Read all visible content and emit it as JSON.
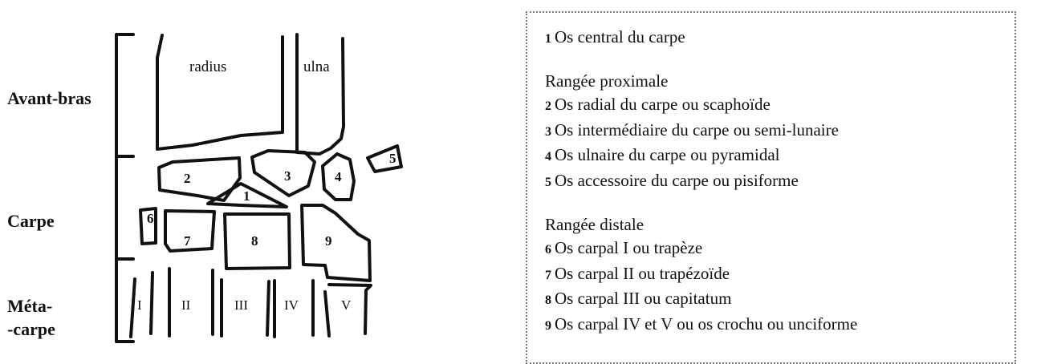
{
  "regions": {
    "forearm": "Avant-bras",
    "carpus": "Carpe",
    "metacarpus_1": "Méta-",
    "metacarpus_2": "-carpe"
  },
  "bones": {
    "radius": "radius",
    "ulna": "ulna",
    "numbers": [
      "1",
      "2",
      "3",
      "4",
      "5",
      "6",
      "7",
      "8",
      "9"
    ],
    "metacarpals": [
      "I",
      "II",
      "III",
      "IV",
      "V"
    ]
  },
  "legend": {
    "item1": {
      "num": "1",
      "text": "Os central du carpe"
    },
    "proximal_heading": "Rangée proximale",
    "proximal": [
      {
        "num": "2",
        "text": "Os radial du carpe ou scaphoïde"
      },
      {
        "num": "3",
        "text": "Os intermédiaire du carpe ou semi-lunaire"
      },
      {
        "num": "4",
        "text": "Os ulnaire du carpe ou pyramidal"
      },
      {
        "num": "5",
        "text": "Os accessoire du carpe ou pisiforme"
      }
    ],
    "distal_heading": "Rangée distale",
    "distal": [
      {
        "num": "6",
        "text": "Os carpal I ou trapèze"
      },
      {
        "num": "7",
        "text": "Os carpal II ou trapézoïde"
      },
      {
        "num": "8",
        "text": "Os carpal III ou capitatum"
      },
      {
        "num": "9",
        "text": "Os carpal IV et V ou os crochu ou unciforme"
      }
    ]
  }
}
